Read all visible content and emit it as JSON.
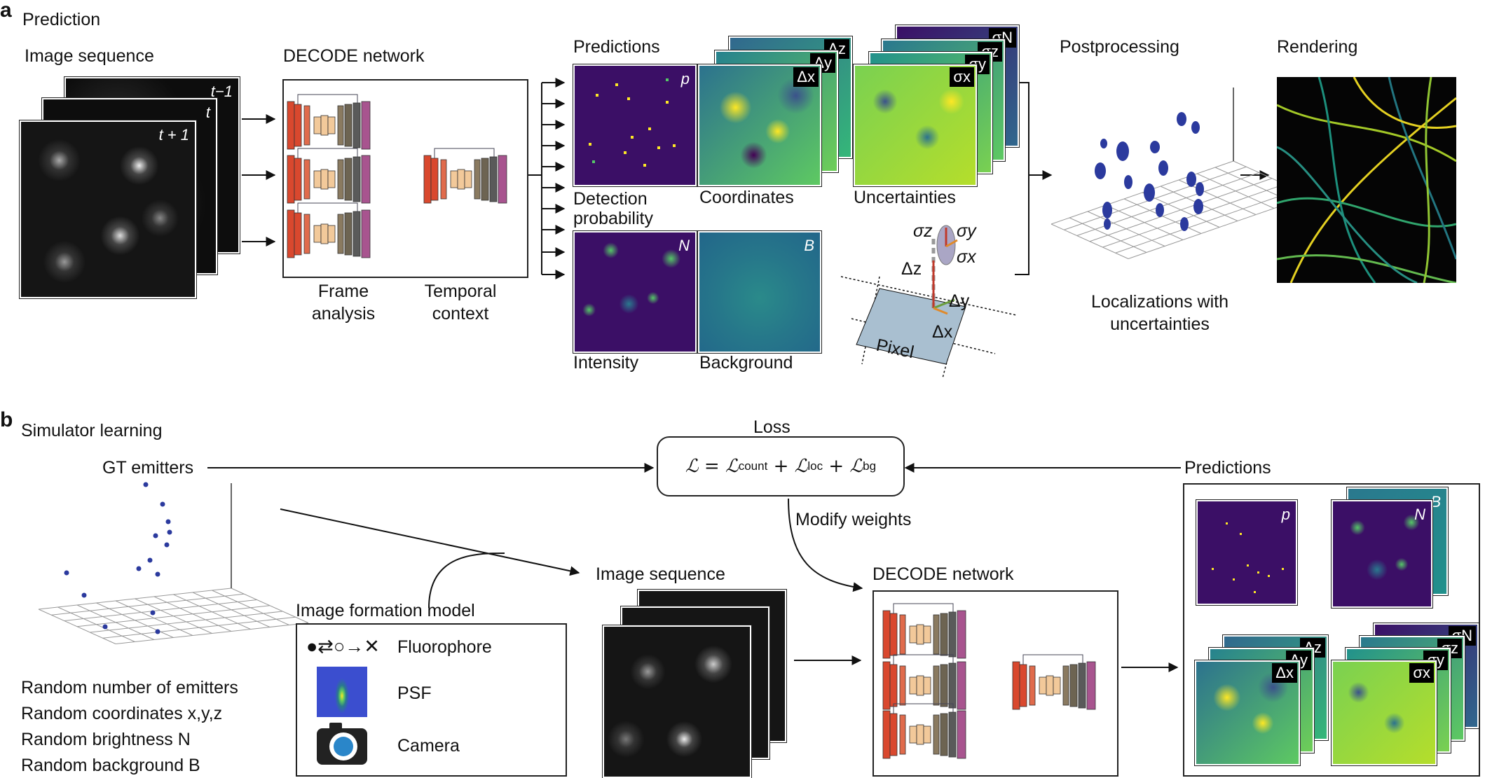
{
  "panel_a": {
    "letter": "a",
    "title": "Prediction",
    "image_sequence": {
      "label": "Image sequence",
      "frames": [
        "t−1",
        "t",
        "t + 1"
      ]
    },
    "network": {
      "label": "DECODE network",
      "frame_analysis": "Frame analysis",
      "temporal_context": "Temporal context"
    },
    "predictions": {
      "label": "Predictions",
      "detection": {
        "label": "Detection probability",
        "symbol": "p"
      },
      "coordinates": {
        "label": "Coordinates",
        "symbols": [
          "Δz",
          "Δy",
          "Δx"
        ]
      },
      "uncertainties": {
        "label": "Uncertainties",
        "symbols": [
          "σN",
          "σz",
          "σy",
          "σx"
        ]
      },
      "intensity": {
        "label": "Intensity",
        "symbol": "N"
      },
      "background": {
        "label": "Background",
        "symbol": "B"
      }
    },
    "pixel_diagram": {
      "sigma_z": "σz",
      "sigma_y": "σy",
      "sigma_x": "σx",
      "dz": "Δz",
      "dy": "Δy",
      "dx": "Δx",
      "pixel": "Pixel"
    },
    "postprocessing": {
      "label": "Postprocessing",
      "caption": "Localizations with uncertainties"
    },
    "rendering": {
      "label": "Rendering"
    }
  },
  "panel_b": {
    "letter": "b",
    "title": "Simulator learning",
    "gt_emitters": "GT emitters",
    "random_list": [
      "Random number of emitters",
      "Random coordinates x,y,z",
      "Random brightness N",
      "Random background B"
    ],
    "loss": {
      "label": "Loss",
      "L": "ℒ",
      "eq": "=",
      "plus": "+",
      "count": "count",
      "loc": "loc",
      "bg": "bg"
    },
    "modify_weights": "Modify weights",
    "image_sequence": "Image sequence",
    "image_formation": {
      "label": "Image formation model",
      "items": [
        "Fluorophore",
        "PSF",
        "Camera"
      ],
      "fluorophore_glyphs": "●⇄○→✕"
    },
    "network": {
      "label": "DECODE network"
    },
    "predictions": {
      "label": "Predictions",
      "p": "p",
      "B": "B",
      "N": "N",
      "coords": [
        "Δz",
        "Δy",
        "Δx"
      ],
      "sigmas": [
        "σN",
        "σz",
        "σy",
        "σx"
      ]
    }
  },
  "colors": {
    "network_red": "#d9482e",
    "network_tan": "#f2c99a",
    "network_purple": "#a8548f",
    "viridis_dark": "#3b0f66",
    "viridis_green": "#55c667",
    "viridis_yellow": "#fde725"
  }
}
